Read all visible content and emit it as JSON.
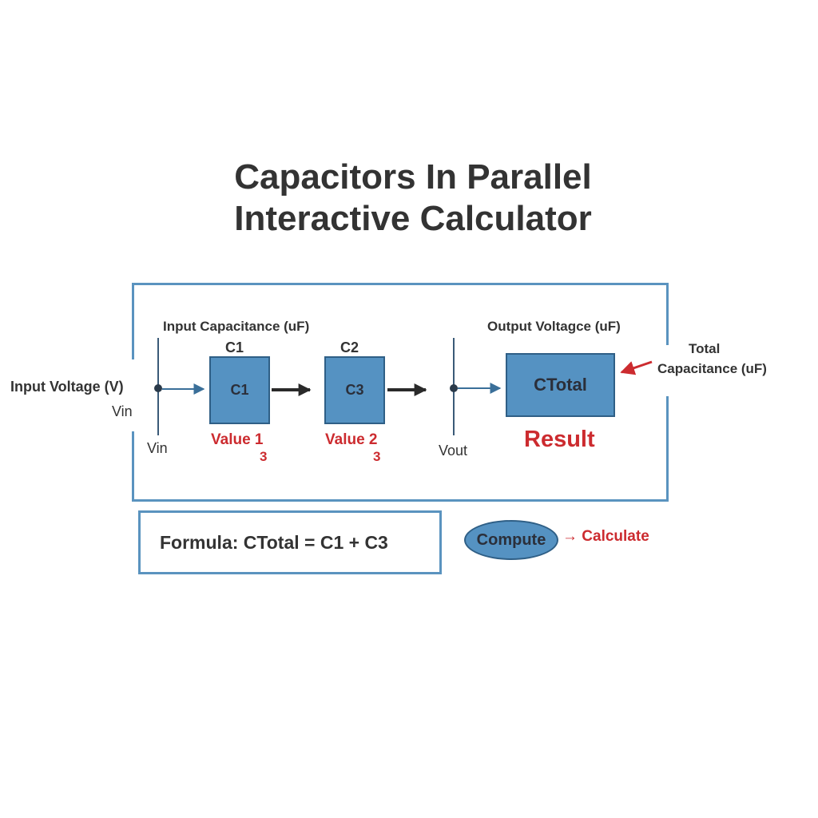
{
  "title": {
    "line1": "Capacitors In Parallel",
    "line2": "Interactive Calculator"
  },
  "input": {
    "voltage_label": "Input Voltage (V)",
    "vin_outside": "Vin",
    "vin_inside": "Vin"
  },
  "capacitance": {
    "header": "Input Capacitance (uF)",
    "capacitors": [
      {
        "top_label": "C1",
        "box_label": "C1",
        "value_label": "Value 1",
        "value_number": "3"
      },
      {
        "top_label": "C2",
        "box_label": "C3",
        "value_label": "Value 2",
        "value_number": "3"
      }
    ]
  },
  "output": {
    "header": "Output Voltagce (uF)",
    "vout_label": "Vout",
    "total_box_label": "CTotal",
    "result_label": "Result",
    "total_caption_line1": "Total",
    "total_caption_line2": "Capacitance (uF)"
  },
  "formula": {
    "text": "Formula: CTotal = C1 + C3"
  },
  "compute": {
    "button_label": "Compute",
    "arrow_glyph": "→",
    "action_label": "Calculate"
  },
  "colors": {
    "frame": "#5a93bf",
    "box_fill": "#5592c2",
    "box_border": "#2f5f86",
    "accent_red": "#cc2b2f",
    "text_dark": "#333333"
  }
}
